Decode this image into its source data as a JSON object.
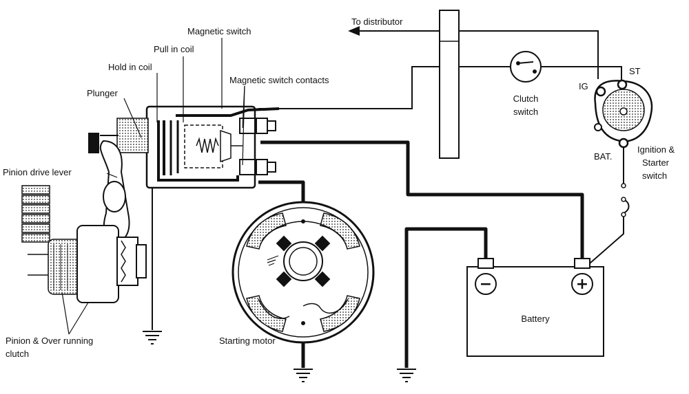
{
  "labels": {
    "magnetic_switch": "Magnetic switch",
    "pull_in_coil": "Pull in coil",
    "hold_in_coil": "Hold in coil",
    "plunger": "Plunger",
    "magnetic_switch_contacts": "Magnetic switch contacts",
    "pinion_drive_lever": "Pinion drive lever",
    "pinion_clutch_line1": "Pinion & Over running",
    "pinion_clutch_line2": "clutch",
    "starting_motor": "Starting motor",
    "to_distributor": "To distributor",
    "clutch_switch_line1": "Clutch",
    "clutch_switch_line2": "switch",
    "ig": "IG",
    "st": "ST",
    "bat": "BAT.",
    "ignition_line1": "Ignition &",
    "ignition_line2": "Starter",
    "ignition_line3": "switch",
    "battery": "Battery",
    "battery_negative": "−",
    "battery_positive": "+"
  },
  "colors": {
    "ink": "#111111",
    "paper": "#ffffff",
    "shade": "#bdbdbd"
  }
}
